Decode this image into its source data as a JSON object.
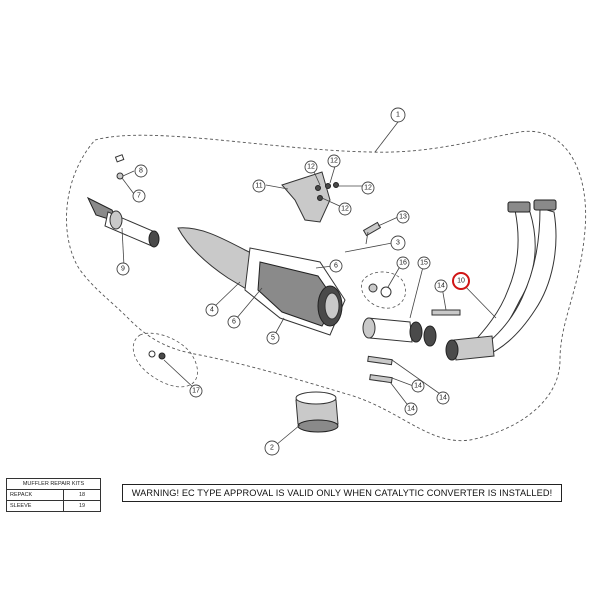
{
  "callouts": [
    "1",
    "2",
    "3",
    "4",
    "5",
    "6",
    "6",
    "7",
    "8",
    "9",
    "10",
    "11",
    "12",
    "12",
    "12",
    "12",
    "13",
    "14",
    "14",
    "14",
    "14",
    "15",
    "16",
    "17"
  ],
  "highlight_color": "#d01515",
  "repair_kits": {
    "title": "MUFFLER REPAIR KITS",
    "rows": [
      {
        "label": "REPACK",
        "value": "18"
      },
      {
        "label": "SLEEVE",
        "value": "19"
      }
    ]
  },
  "warning": "WARNING! EC TYPE APPROVAL IS VALID ONLY WHEN CATALYTIC CONVERTER IS INSTALLED!"
}
